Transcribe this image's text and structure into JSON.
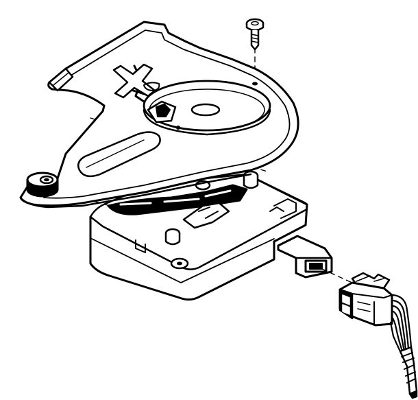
{
  "figure": {
    "ink_color": "#000000",
    "paper_color": "#ffffff",
    "parts": [
      "mounting-bracket",
      "bracket-screw",
      "actuator-motor",
      "electrical-connector",
      "wire-harness"
    ]
  }
}
